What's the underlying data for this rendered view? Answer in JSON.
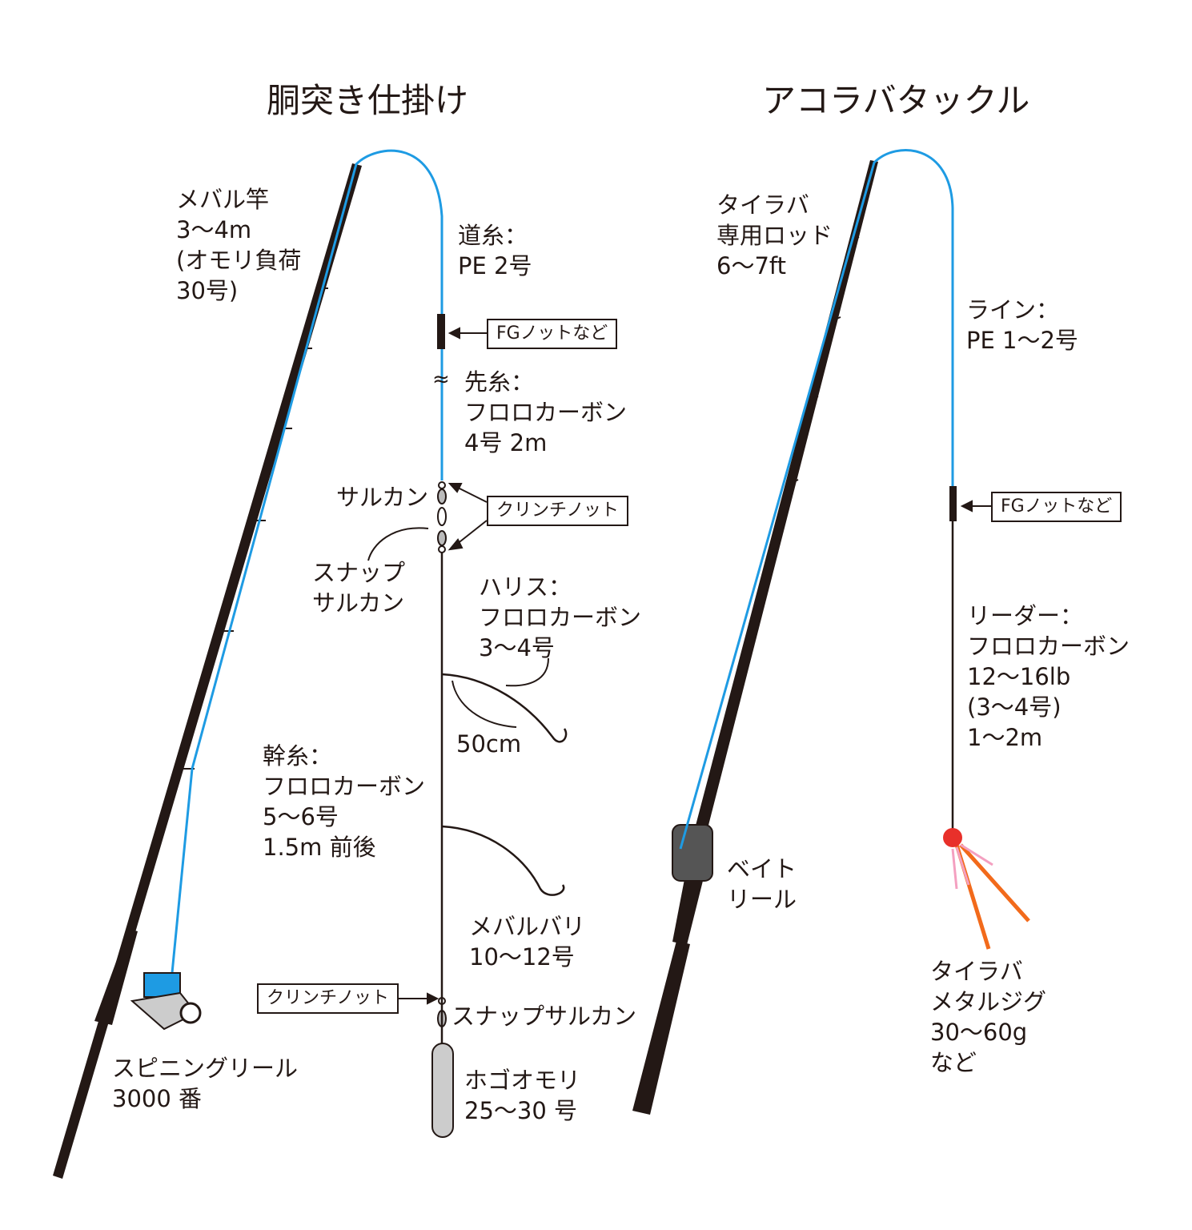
{
  "titles": {
    "left": "胴突き仕掛け",
    "right": "アコラバタックル"
  },
  "left_rig": {
    "rod": [
      "メバル竿",
      "3～4m",
      "(オモリ負荷",
      "30号)"
    ],
    "main_line": [
      "道糸：",
      "PE 2号"
    ],
    "knot_top": "FGノットなど",
    "leader": [
      "先糸：",
      "フロロカーボン",
      "4号 2m"
    ],
    "swivel": "サルカン",
    "knot_middle": "クリンチノット",
    "snap_swivel": [
      "スナップ",
      "サルカン"
    ],
    "harisu": [
      "ハリス：",
      "フロロカーボン",
      "3～4号"
    ],
    "branch_length": "50cm",
    "mikiito": [
      "幹糸：",
      "フロロカーボン",
      "5～6号",
      "1.5m 前後"
    ],
    "hook": [
      "メバルバリ",
      "10～12号"
    ],
    "knot_bottom": "クリンチノット",
    "snap_swivel_bottom": "スナップサルカン",
    "reel": [
      "スピニングリール",
      "3000 番"
    ],
    "sinker": [
      "ホゴオモリ",
      "25～30 号"
    ]
  },
  "right_rig": {
    "rod": [
      "タイラバ",
      "専用ロッド",
      "6～7ft"
    ],
    "line": [
      "ライン：",
      "PE 1～2号"
    ],
    "knot": "FGノットなど",
    "leader": [
      "リーダー：",
      "フロロカーボン",
      "12～16lb",
      "(3～4号)",
      "1～2m"
    ],
    "reel": [
      "ベイト",
      "リール"
    ],
    "jig": [
      "タイラバ",
      "メタルジグ",
      "30～60g",
      "など"
    ]
  },
  "colors": {
    "line_blue": "#1e9be3",
    "ink": "#231815",
    "jig_red": "#e8302a",
    "skirt_orange": "#f26a1b"
  }
}
